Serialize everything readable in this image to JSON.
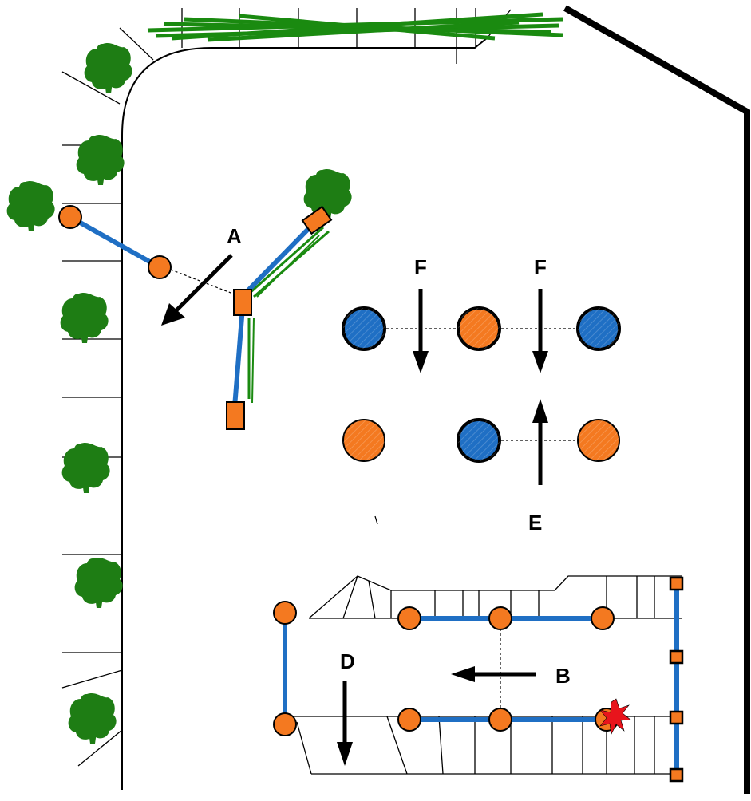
{
  "labels": {
    "a": "A",
    "b": "B",
    "d": "D",
    "e": "E",
    "f_left": "F",
    "f_right": "F"
  },
  "colors": {
    "orange": "#f47920",
    "blue": "#1f6fc4",
    "green": "#1e7d14",
    "red": "#e8141c",
    "black": "#000000"
  },
  "icons": [
    "tree-icon",
    "hedge-icon",
    "collision-star-icon",
    "arrow-icon"
  ]
}
